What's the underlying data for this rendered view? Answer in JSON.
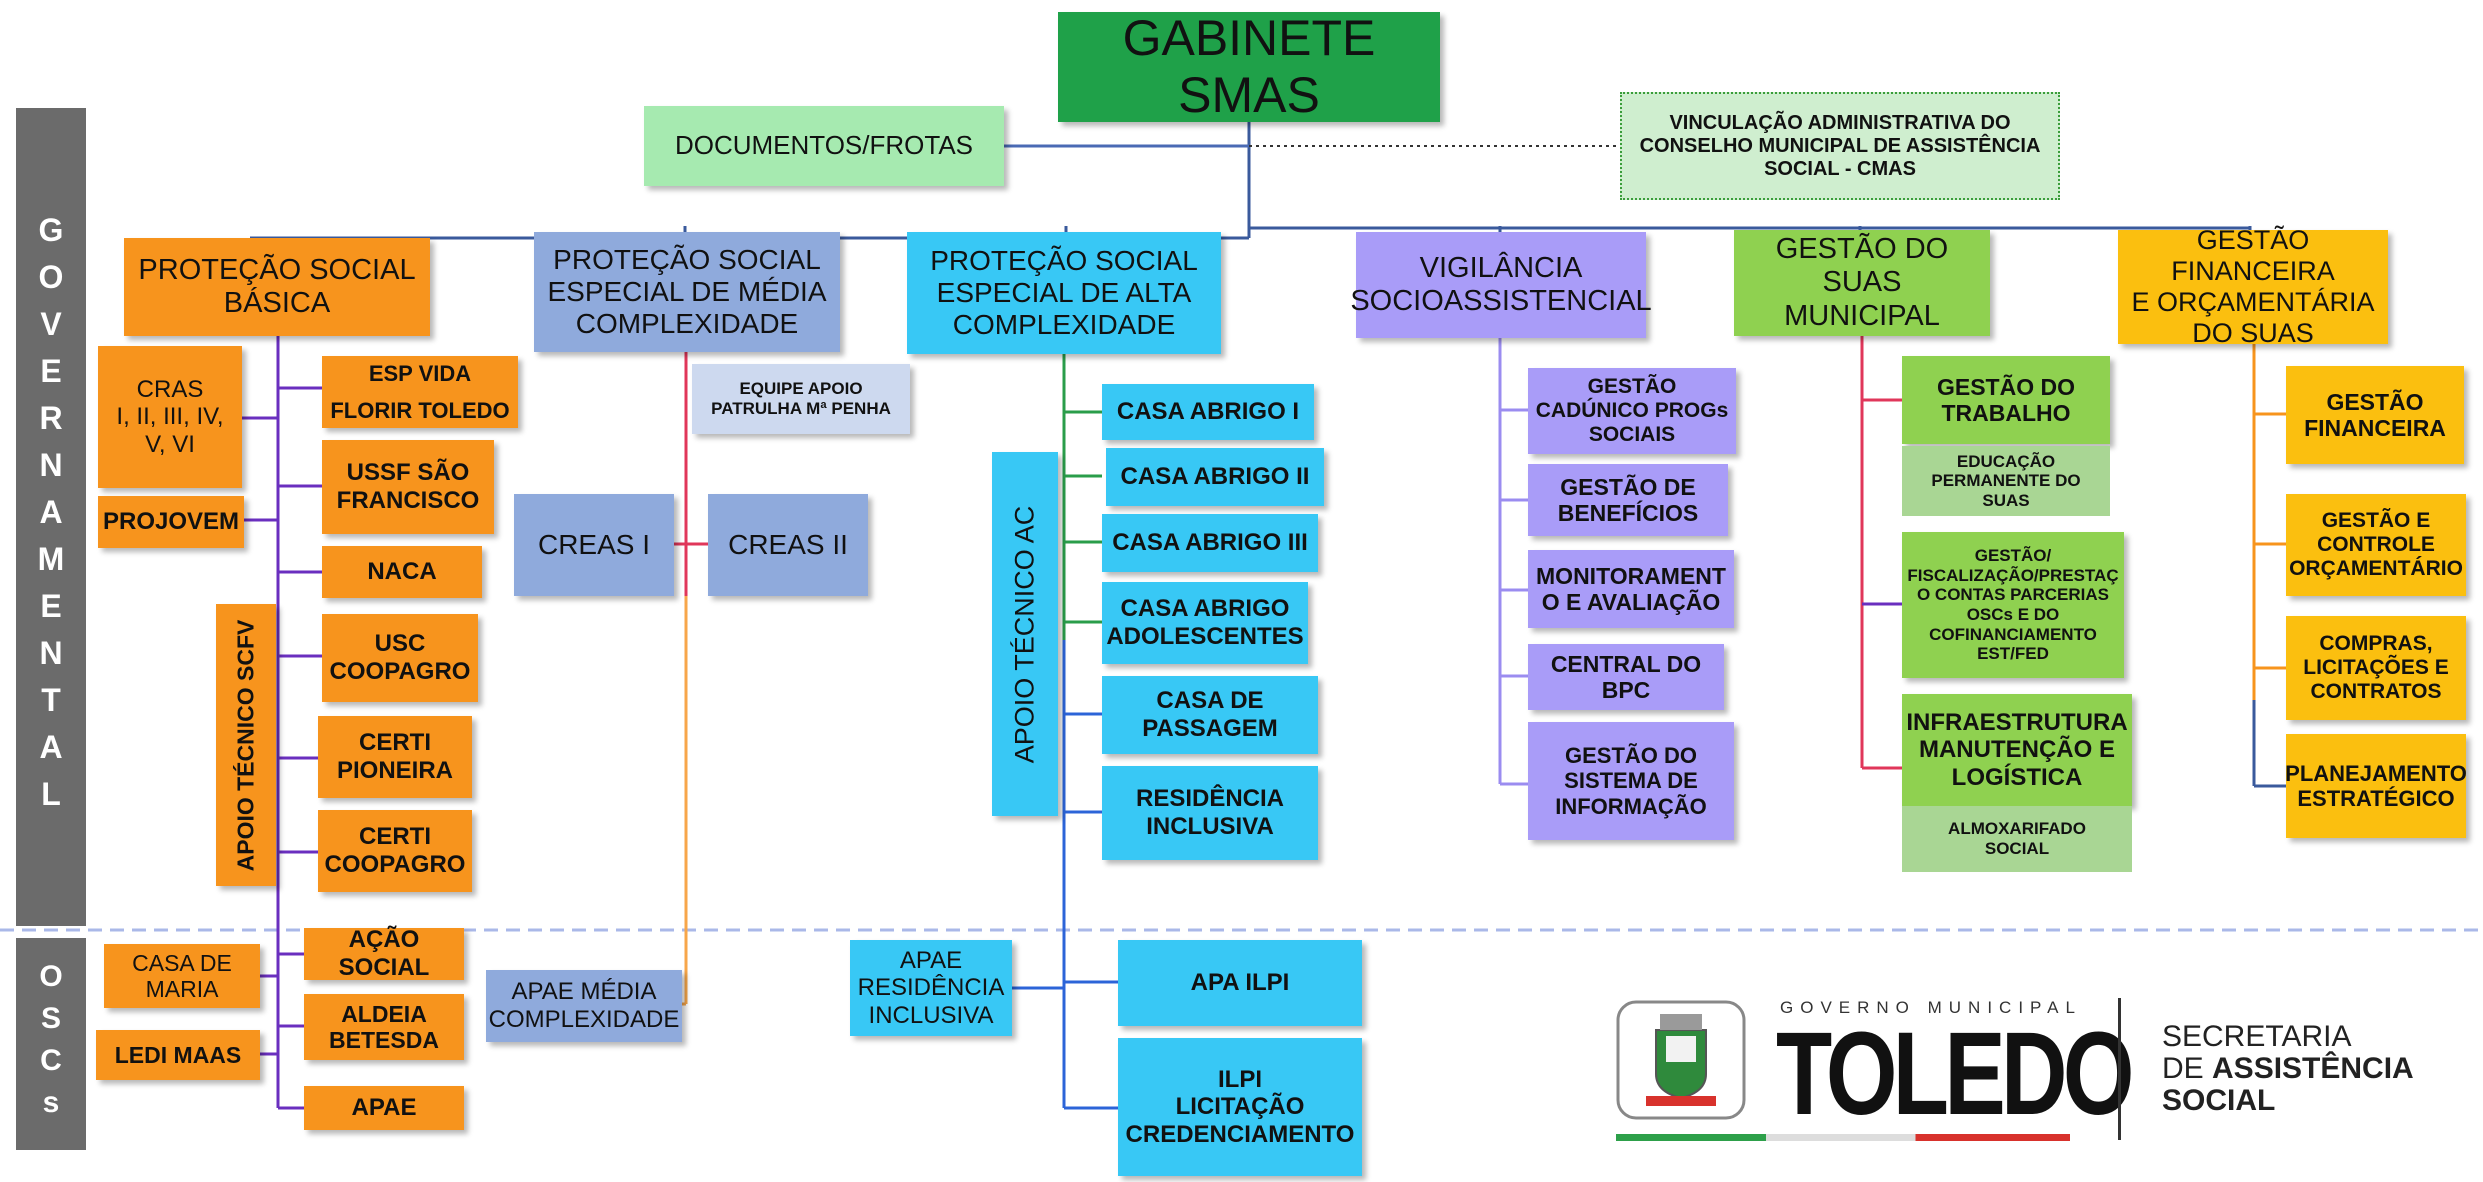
{
  "sidebar": {
    "governamental": "GOVERNAMENTAL",
    "oscs": "OSCs"
  },
  "gabinete": "GABINETE SMAS",
  "documentos": "DOCUMENTOS/FROTAS",
  "vinculacao": "VINCULAÇÃO ADMINISTRATIVA DO\nCONSELHO MUNICIPAL DE ASSISTÊNCIA\nSOCIAL - CMAS",
  "basica": {
    "title": "PROTEÇÃO SOCIAL\nBÁSICA",
    "cras": "CRAS\nI, II, III, IV,\nV, VI",
    "projovem": "PROJOVEM",
    "apoio_scfv": "APOIO TÉCNICO SCFV",
    "esp_vida": "ESP VIDA\nFLORIR TOLEDO",
    "ussf": "USSF SÃO\nFRANCISCO",
    "naca": "NACA",
    "usc": "USC\nCOOPAGRO",
    "certi_pioneira": "CERTI\nPIONEIRA",
    "certi_coopagro": "CERTI\nCOOPAGRO",
    "acao_social": "AÇÃO SOCIAL",
    "aldeia": "ALDEIA\nBETESDA",
    "apae": "APAE",
    "casa_maria": "CASA DE\nMARIA",
    "ledi": "LEDI MAAS"
  },
  "media": {
    "title": "PROTEÇÃO SOCIAL\nESPECIAL DE MÉDIA\nCOMPLEXIDADE",
    "equipe": "EQUIPE APOIO\nPATRULHA Mª PENHA",
    "creas1": "CREAS I",
    "creas2": "CREAS II",
    "apae_media": "APAE MÉDIA\nCOMPLEXIDADE"
  },
  "alta": {
    "title": "PROTEÇÃO SOCIAL\nESPECIAL DE ALTA\nCOMPLEXIDADE",
    "apoio_ac": "APOIO TÉCNICO AC",
    "abrigo1": "CASA ABRIGO I",
    "abrigo2": "CASA ABRIGO II",
    "abrigo3": "CASA ABRIGO  III",
    "abrigo_adol": "CASA ABRIGO\nADOLESCENTES",
    "passagem": "CASA DE\nPASSAGEM",
    "residencia": "RESIDÊNCIA\nINCLUSIVA",
    "apae_res": "APAE\nRESIDÊNCIA\nINCLUSIVA",
    "apa_ilpi": "APA ILPI",
    "ilpi": "ILPI\nLICITAÇÃO\nCREDENCIAMENTO"
  },
  "vigilancia": {
    "title": "VIGILÂNCIA\nSOCIOASSISTENCIAL",
    "cadunico": "GESTÃO\nCADÚNICO PROGs\nSOCIAIS",
    "beneficios": "GESTÃO DE\nBENEFÍCIOS",
    "monitoramento": "MONITORAMENT\nO E AVALIAÇÃO",
    "bpc": "CENTRAL DO\nBPC",
    "sistema": "GESTÃO DO\nSISTEMA DE\nINFORMAÇÃO"
  },
  "gestao_suas": {
    "title": "GESTÃO DO SUAS\nMUNICIPAL",
    "trabalho": "GESTÃO DO\nTRABALHO",
    "educacao": "EDUCAÇÃO\nPERMANENTE DO\nSUAS",
    "fiscalizacao": "GESTÃO/\nFISCALIZAÇÃO/PRESTAÇ\nO CONTAS  PARCERIAS\nOSCs E DO\nCOFINANCIAMENTO\nEST/FED",
    "infra": "INFRAESTRUTURA\nMANUTENÇÃO E\nLOGÍSTICA",
    "almox": "ALMOXARIFADO\nSOCIAL"
  },
  "financeira": {
    "title": "GESTÃO FINANCEIRA\nE ORÇAMENTÁRIA\nDO SUAS",
    "gestao_fin": "GESTÃO\nFINANCEIRA",
    "controle": "GESTÃO E\nCONTROLE\nORÇAMENTÁRIO",
    "compras": "COMPRAS,\nLICITAÇÕES E\nCONTRATOS",
    "planejamento": "PLANEJAMENTO\nESTRATÉGICO"
  },
  "logo": {
    "governo": "GOVERNO MUNICIPAL",
    "toledo": "TOLEDO",
    "secretaria": "SECRETARIA",
    "de_assistencia": "DE ASSISTÊNCIA",
    "social": "SOCIAL"
  },
  "colors": {
    "gabinete": "#1fa149",
    "documentos": "#a6eab0",
    "vinculacao": "#cfeecf",
    "basica": "#f7941d",
    "media": "#8faadc",
    "alta": "#38c8f5",
    "vigilancia": "#a99cf8",
    "gestao_suas": "#8fd150",
    "financeira": "#fbbf0f",
    "side": "#6b6b6b"
  }
}
